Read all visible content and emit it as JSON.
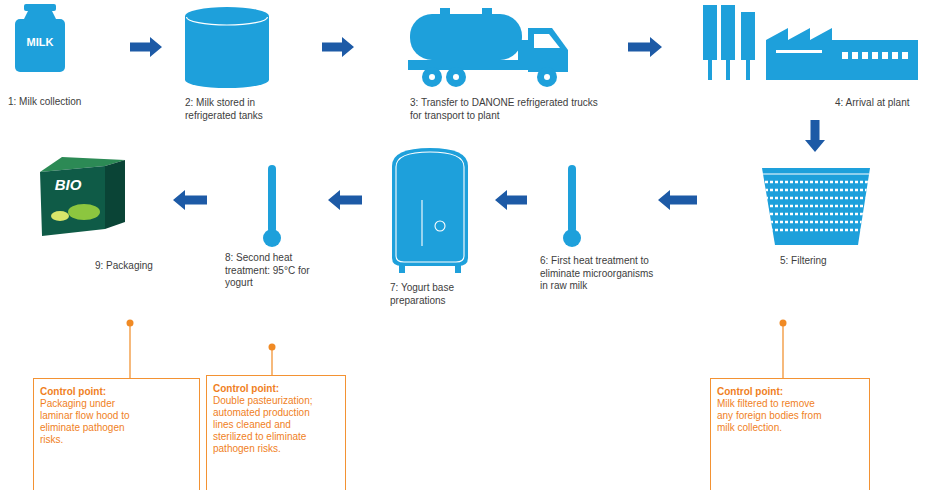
{
  "diagram": {
    "nodes": [
      {
        "text": [
          "1: Milk collection"
        ]
      },
      {
        "text": [
          "2: Milk stored in refrigerated tanks"
        ]
      },
      {
        "text": [
          "3: Transfer to DANONE refrigerated trucks for transport to plant"
        ]
      },
      {
        "text": [
          "4: Arrival at plant"
        ]
      },
      {
        "text": [
          "5: Filtering"
        ]
      },
      {
        "text": [
          "6: First heat treatment to eliminate microorganisms in raw milk"
        ]
      },
      {
        "text": [
          "7: Yogurt base preparations"
        ]
      },
      {
        "text": [
          "8: Second heat treatment: 95°C for yogurt"
        ]
      },
      {
        "text": [
          "9: Packaging"
        ]
      },
      {
        "text": [
          "Control point:",
          "Packaging under laminar flow hood to eliminate pathogen risks."
        ]
      },
      {
        "text": [
          "Control point:",
          "Double pasteurization; automated production lines cleaned and sterilized to eliminate pathogen risks."
        ]
      },
      {
        "text": [
          "Control point:",
          "Milk filtered to remove any foreign bodies from milk collection."
        ]
      }
    ],
    "edges": [
      {
        "from": 0,
        "to": 1,
        "arrow": "to"
      },
      {
        "from": 1,
        "to": 2,
        "arrow": "to"
      },
      {
        "from": 2,
        "to": 3,
        "arrow": "to"
      },
      {
        "from": 3,
        "to": 4,
        "arrow": "to"
      },
      {
        "from": 4,
        "to": 5,
        "arrow": "to"
      },
      {
        "from": 5,
        "to": 6,
        "arrow": "to"
      },
      {
        "from": 6,
        "to": 7,
        "arrow": "to"
      },
      {
        "from": 7,
        "to": 8,
        "arrow": "to"
      },
      {
        "from": 8,
        "to": 9,
        "arrow": "none"
      },
      {
        "from": 7,
        "to": 10,
        "arrow": "none"
      },
      {
        "from": 4,
        "to": 11,
        "arrow": "none"
      }
    ],
    "labels": [
      "MILK",
      "BIO"
    ]
  }
}
